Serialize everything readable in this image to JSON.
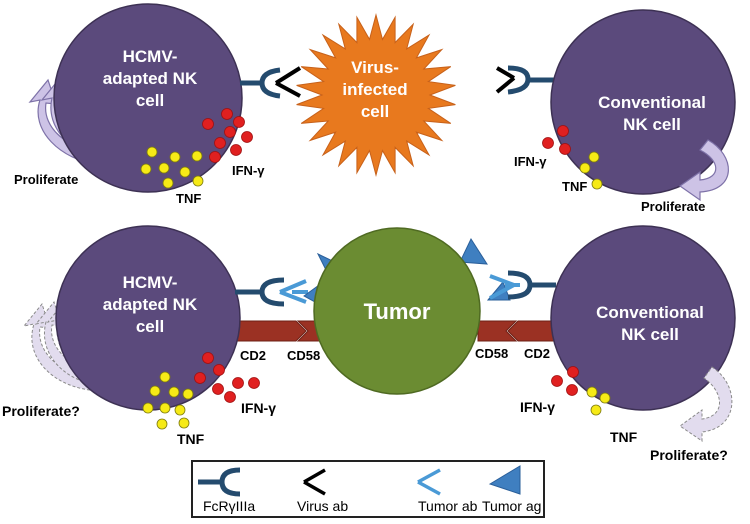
{
  "colors": {
    "nk_cell": "#5b4a7c",
    "nk_cell_stroke": "#3d3154",
    "virus_cell": "#e87a1f",
    "tumor_cell": "#6b8c32",
    "receptor": "#244b6e",
    "tumor_ab": "#4a9ad6",
    "cd2_bar": "#9b3123",
    "ifn_dot": "#e02020",
    "tnf_dot": "#f6ea16",
    "prolif_arrow": "#c8bfe0"
  },
  "top": {
    "left_cell": {
      "line1": "HCMV-",
      "line2": "adapted NK",
      "line3": "cell"
    },
    "virus_cell": {
      "line1": "Virus-",
      "line2": "infected",
      "line3": "cell"
    },
    "right_cell": {
      "line1": "Conventional",
      "line2": "NK cell"
    },
    "left_ifn": "IFN-γ",
    "left_tnf": "TNF",
    "left_proliferate": "Proliferate",
    "right_ifn": "IFN-γ",
    "right_tnf": "TNF",
    "right_proliferate": "Proliferate"
  },
  "bottom": {
    "left_cell": {
      "line1": "HCMV-",
      "line2": "adapted NK",
      "line3": "cell"
    },
    "tumor": "Tumor",
    "right_cell": {
      "line1": "Conventional",
      "line2": "NK cell"
    },
    "left_cd2": "CD2",
    "left_cd58": "CD58",
    "right_cd58": "CD58",
    "right_cd2": "CD2",
    "left_ifn": "IFN-γ",
    "left_tnf": "TNF",
    "left_proliferate": "Proliferate?",
    "right_ifn": "IFN-γ",
    "right_tnf": "TNF",
    "right_proliferate": "Proliferate?"
  },
  "legend": {
    "items": [
      {
        "icon": "fcrgamma-receptor-icon",
        "label": "FcRγIIIa"
      },
      {
        "icon": "virus-antibody-icon",
        "label": "Virus ab"
      },
      {
        "icon": "tumor-antibody-icon",
        "label": "Tumor ab"
      },
      {
        "icon": "tumor-antigen-icon",
        "label": "Tumor ag"
      }
    ]
  }
}
